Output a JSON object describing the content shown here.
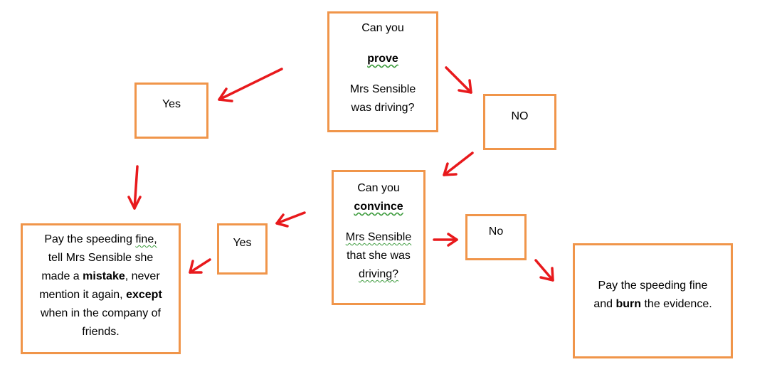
{
  "q1": {
    "l1": "Can you",
    "l2": "prove",
    "l3": "Mrs Sensible",
    "l4": "was driving?"
  },
  "yes1": {
    "label": "Yes"
  },
  "no1": {
    "label": "NO"
  },
  "q2": {
    "l1": "Can you",
    "l2": "convince",
    "l3": "Mrs Sensible",
    "l4": "that she was",
    "l5": "driving?"
  },
  "yes2": {
    "label": "Yes"
  },
  "no2": {
    "label": "No"
  },
  "outcome_left": {
    "l1a": "Pay the speeding ",
    "l1b": "fine,",
    "l2": "tell Mrs Sensible she",
    "l3a": "made a ",
    "l3b": "mistake",
    "l3c": ", never",
    "l4a": "mention it again, ",
    "l4b": "except",
    "l5": "when in the company of",
    "l6": "friends."
  },
  "outcome_right": {
    "l1": "Pay the speeding fine",
    "l2a": "and ",
    "l2b": "burn",
    "l2c": " the evidence."
  },
  "colors": {
    "box_border": "#f0954a",
    "arrow": "#e8191c",
    "spellcheck": "#3a9a3a"
  }
}
